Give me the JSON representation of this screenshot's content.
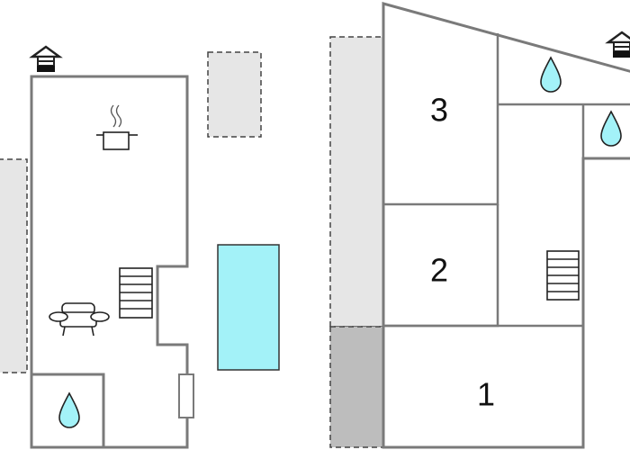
{
  "colors": {
    "wall": "#7a7a7a",
    "outdoor_area": "#e6e6e6",
    "outdoor_area_dark": "#bdbdbd",
    "pool": "#a3f2f8",
    "water_drop": "#a3f2f8",
    "background": "#ffffff"
  },
  "icons": {
    "entrance": "house-entrance-icon",
    "kitchen": "cooking-pot-icon",
    "living": "sofa-icon",
    "stairs": "stairs-icon",
    "bathroom": "water-drop-icon"
  },
  "rooms": {
    "bedroom_1": "1",
    "bedroom_2": "2",
    "bedroom_3": "3"
  }
}
